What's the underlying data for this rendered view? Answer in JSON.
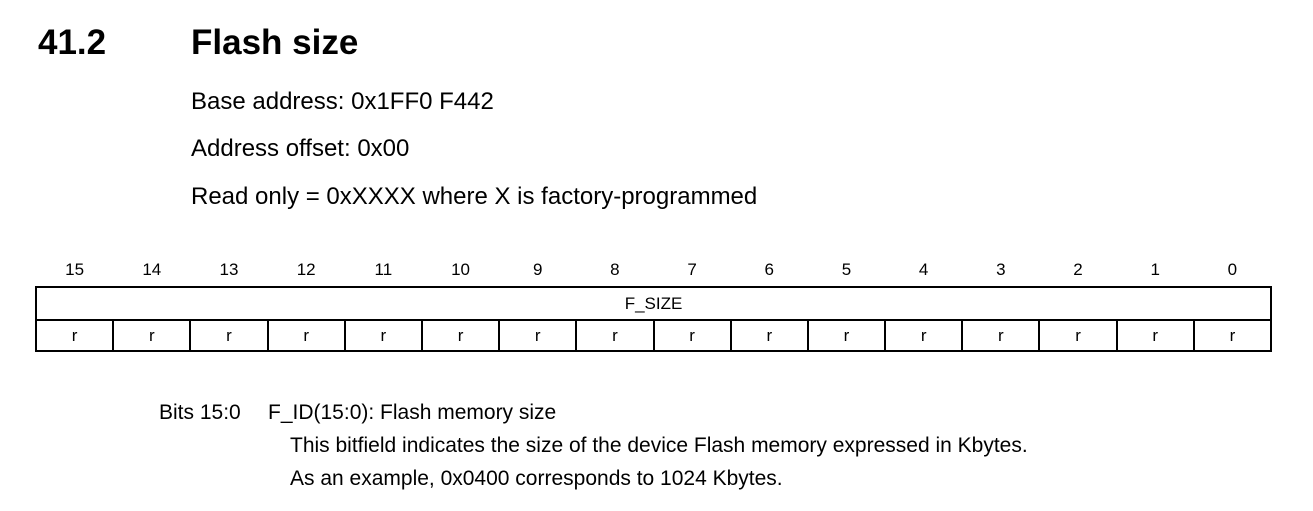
{
  "section": {
    "number": "41.2",
    "title": "Flash size"
  },
  "info": {
    "base_address": "Base address: 0x1FF0 F442",
    "address_offset": "Address offset: 0x00",
    "read_only": "Read only = 0xXXXX where X is factory-programmed"
  },
  "register": {
    "bit_numbers": [
      "15",
      "14",
      "13",
      "12",
      "11",
      "10",
      "9",
      "8",
      "7",
      "6",
      "5",
      "4",
      "3",
      "2",
      "1",
      "0"
    ],
    "field_name": "F_SIZE",
    "access": [
      "r",
      "r",
      "r",
      "r",
      "r",
      "r",
      "r",
      "r",
      "r",
      "r",
      "r",
      "r",
      "r",
      "r",
      "r",
      "r"
    ]
  },
  "description": {
    "bits_label": "Bits 15:0",
    "field_title": "F_ID(15:0): Flash memory size",
    "lines": [
      "This bitfield indicates the size of the device Flash memory expressed in Kbytes.",
      "As an example, 0x0400 corresponds to 1024 Kbytes."
    ]
  }
}
